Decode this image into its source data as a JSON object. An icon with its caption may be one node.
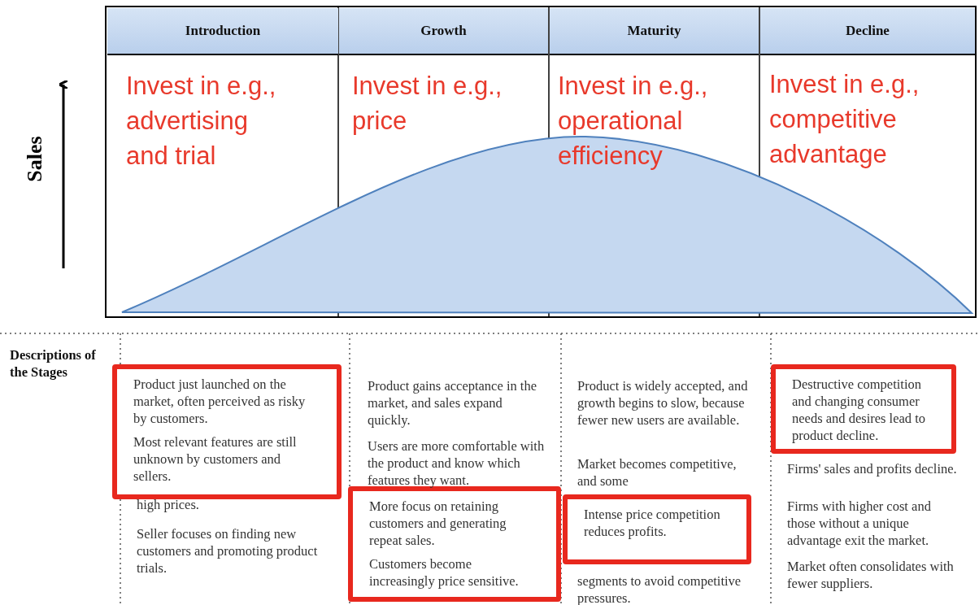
{
  "diagram": {
    "nodes": [
      {
        "text": [
          "Introduction"
        ]
      },
      {
        "text": [
          "Growth"
        ]
      },
      {
        "text": [
          "Maturity"
        ]
      },
      {
        "text": [
          "Decline"
        ]
      },
      {
        "text": [
          "Invest in e.g., advertising and trial"
        ]
      },
      {
        "text": [
          "Invest in e.g., price"
        ]
      },
      {
        "text": [
          "Invest in e.g., operational efficiency"
        ]
      },
      {
        "text": [
          "Invest in e.g., competitive advantage"
        ]
      },
      {
        "text": [
          "Product just launched on the market, often perceived as risky by customers.",
          "Most relevant features are still unknown by customers and sellers."
        ]
      },
      {
        "text": [
          "More focus on retaining customers and generating repeat sales.",
          "Customers become increasingly price sensitive."
        ]
      },
      {
        "text": [
          "Intense price competition reduces profits."
        ]
      },
      {
        "text": [
          "Destructive competition and changing consumer needs and desires lead to product decline."
        ]
      }
    ],
    "labels": [
      "Sales",
      "Descriptions of the Stages",
      "high prices.",
      "Seller focuses on finding new customers and promoting product trials.",
      "Product gains acceptance in the market, and sales expand quickly.",
      "Users are more comfortable with the product and know which features they want.",
      "Product is widely accepted, and growth begins to slow, because fewer new users are available.",
      "Market becomes competitive, and some",
      "segments to avoid competitive pressures.",
      "Firms' sales and profits decline.",
      "Firms with higher cost and those without a unique advantage exit the market.",
      "Market often consolidates with fewer suppliers."
    ]
  }
}
